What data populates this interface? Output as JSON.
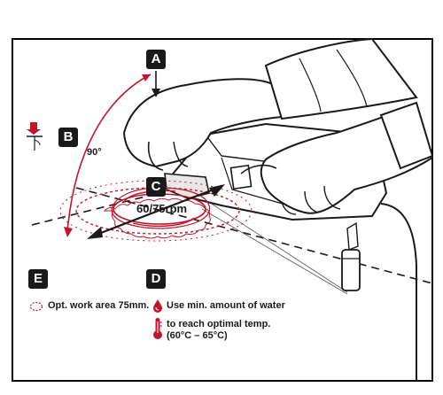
{
  "labels": {
    "a": "A",
    "b": "B",
    "c": "C",
    "d": "D",
    "e": "E"
  },
  "angle": "90°",
  "speed": "60/75rpm",
  "legend": {
    "work_area": "Opt. work area 75mm.",
    "water": "Use min. amount of water",
    "temp_line1": "to reach optimal temp.",
    "temp_line2": "(60°C – 65°C)"
  },
  "colors": {
    "accent": "#c0162c",
    "ink": "#1a1a1a",
    "frame": "#000000"
  },
  "icons": [
    "press-down-icon",
    "water-drop-icon",
    "thermometer-icon",
    "dashed-circle-icon"
  ]
}
